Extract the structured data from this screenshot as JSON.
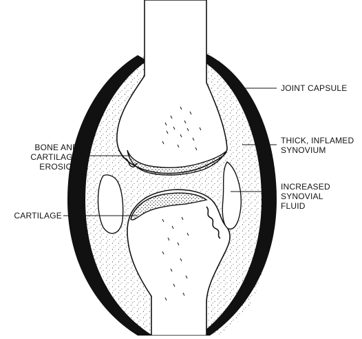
{
  "labels": {
    "joint_capsule": [
      "JOINT CAPSULE"
    ],
    "thick_synovium": [
      "THICK, INFLAMED",
      "SYNOVIUM"
    ],
    "bone_cartilage_erosion": [
      "BONE AND",
      "CARTILAGE",
      "EROSION"
    ],
    "increased_fluid": [
      "INCREASED",
      "SYNOVIAL",
      "FLUID"
    ],
    "cartilage": [
      "CARTILAGE"
    ]
  },
  "colors": {
    "ink": "#111111",
    "paper": "#ffffff",
    "stipple": "#444444"
  }
}
